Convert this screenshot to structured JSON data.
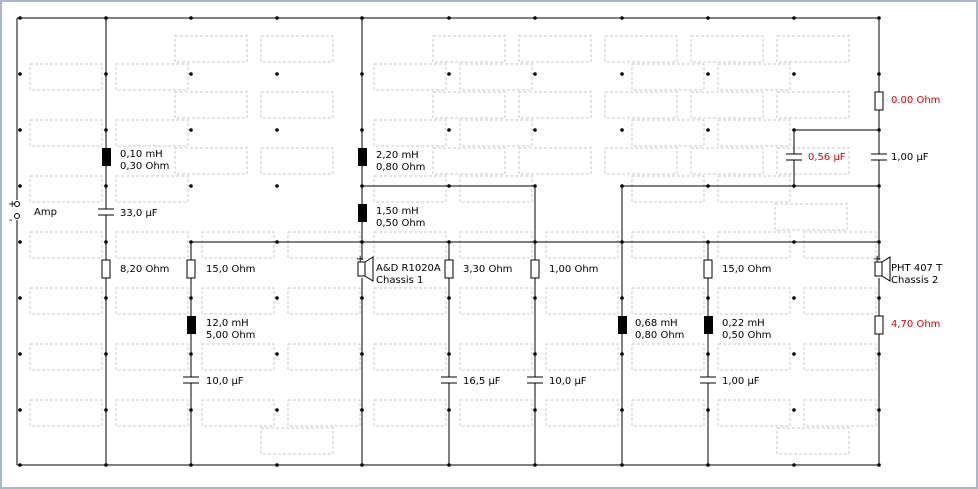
{
  "colors": {
    "wire": "#000000",
    "highlight": "#e00000",
    "ghost": "#c8c8c8",
    "frame": "#a9b7c9"
  },
  "source": {
    "label": "Amp",
    "plus": "+",
    "minus": "-"
  },
  "components": {
    "c33": {
      "value": "33,0 µF"
    },
    "l010": {
      "line1": "0,10 mH",
      "line2": "0,30 Ohm"
    },
    "r820": {
      "value": "8,20 Ohm"
    },
    "r150a": {
      "value": "15,0 Ohm"
    },
    "l120": {
      "line1": "12,0 mH",
      "line2": "5,00 Ohm"
    },
    "c10a": {
      "value": "10,0 µF"
    },
    "l220": {
      "line1": "2,20 mH",
      "line2": "0,80 Ohm"
    },
    "l150": {
      "line1": "1,50 mH",
      "line2": "0,50 Ohm"
    },
    "spk1": {
      "name": "A&D R1020A",
      "sub": "Chassis 1"
    },
    "r330": {
      "value": "3,30 Ohm"
    },
    "c165": {
      "value": "16,5 µF"
    },
    "r100": {
      "value": "1,00 Ohm"
    },
    "c10b": {
      "value": "10,0 µF"
    },
    "l068": {
      "line1": "0,68 mH",
      "line2": "0,80 Ohm"
    },
    "r150b": {
      "value": "15,0 Ohm"
    },
    "l022": {
      "line1": "0,22 mH",
      "line2": "0,50 Ohm"
    },
    "c100b": {
      "value": "1,00 µF"
    },
    "r000": {
      "value": "0.00 Ohm"
    },
    "c056": {
      "value": "0,56 µF"
    },
    "c100a": {
      "value": "1,00 µF"
    },
    "spk2": {
      "name": "PHT 407 T",
      "sub": "Chassis 2"
    },
    "r470": {
      "value": "4,70 Ohm"
    }
  }
}
